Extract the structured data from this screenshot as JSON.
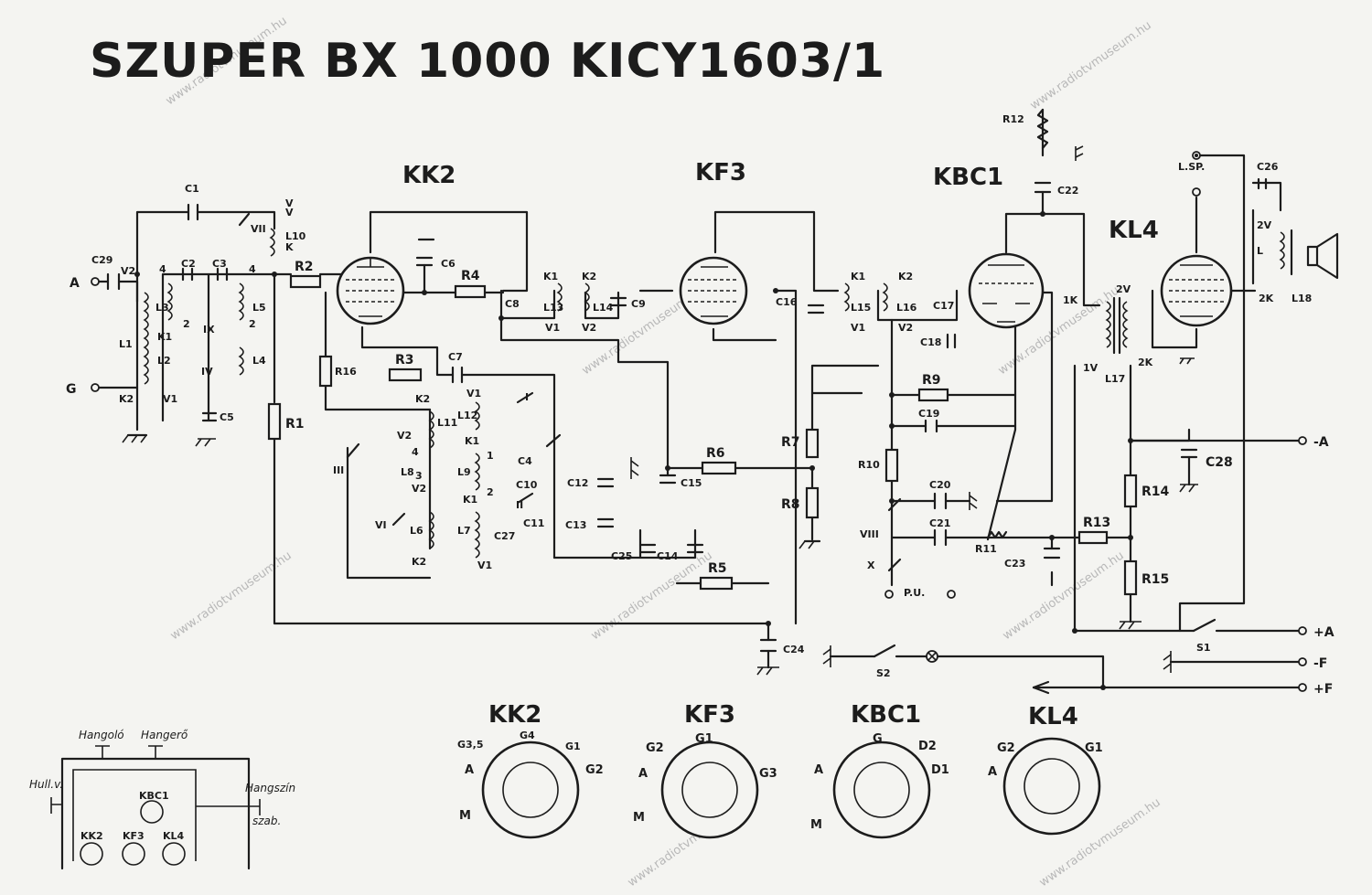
{
  "title": "SZUPER BX 1000 KICY1603/1",
  "watermark": "www.radiotvmuseum.hu",
  "tubes": [
    "KK2",
    "KF3",
    "KBC1",
    "KL4"
  ],
  "terminals": {
    "antenna": "A",
    "ground": "G",
    "pickup": "P.U.",
    "speaker": "L.SP.",
    "minus_a": "-A",
    "plus_a": "+A",
    "minus_f": "-F",
    "plus_f": "+F"
  },
  "resistors": [
    "R1",
    "R2",
    "R3",
    "R4",
    "R5",
    "R6",
    "R7",
    "R8",
    "R9",
    "R10",
    "R11",
    "R12",
    "R13",
    "R14",
    "R15",
    "R16"
  ],
  "capacitors": [
    "C1",
    "C2",
    "C3",
    "C4",
    "C5",
    "C6",
    "C7",
    "C8",
    "C9",
    "C10",
    "C11",
    "C12",
    "C13",
    "C14",
    "C15",
    "C16",
    "C17",
    "C18",
    "C19",
    "C20",
    "C21",
    "C22",
    "C23",
    "C24",
    "C25",
    "C26",
    "C27",
    "C28",
    "C29"
  ],
  "coils": [
    "L1",
    "L2",
    "L3",
    "L4",
    "L5",
    "L6",
    "L7",
    "L8",
    "L9",
    "L10",
    "L11",
    "L12",
    "L13",
    "L14",
    "L15",
    "L16",
    "L17",
    "L18"
  ],
  "switches": [
    "I",
    "II",
    "III",
    "IV",
    "V",
    "VI",
    "VII",
    "VIII",
    "IX",
    "X",
    "S1",
    "S2"
  ],
  "winding_labels": [
    "V2",
    "K2",
    "K1",
    "V1",
    "K",
    "V",
    "1K",
    "2V",
    "2K",
    "1V",
    "L",
    "4",
    "2",
    "3",
    "1"
  ],
  "socket_views": [
    {
      "tube": "KK2",
      "pins": [
        "G3,5",
        "G4",
        "G1",
        "A",
        "G2",
        "M"
      ]
    },
    {
      "tube": "KF3",
      "pins": [
        "G2",
        "G1",
        "A",
        "G3",
        "M"
      ]
    },
    {
      "tube": "KBC1",
      "pins": [
        "G",
        "D2",
        "A",
        "D1",
        "M"
      ]
    },
    {
      "tube": "KL4",
      "pins": [
        "G2",
        "G1",
        "A"
      ]
    }
  ],
  "chassis_panel": {
    "knobs": [
      "Hangoló",
      "Hangerő"
    ],
    "side_left": "Hull.v.",
    "side_right_1": "Hangszín",
    "side_right_2": "szab.",
    "tubes": [
      "KBC1",
      "KK2",
      "KF3",
      "KL4"
    ]
  }
}
